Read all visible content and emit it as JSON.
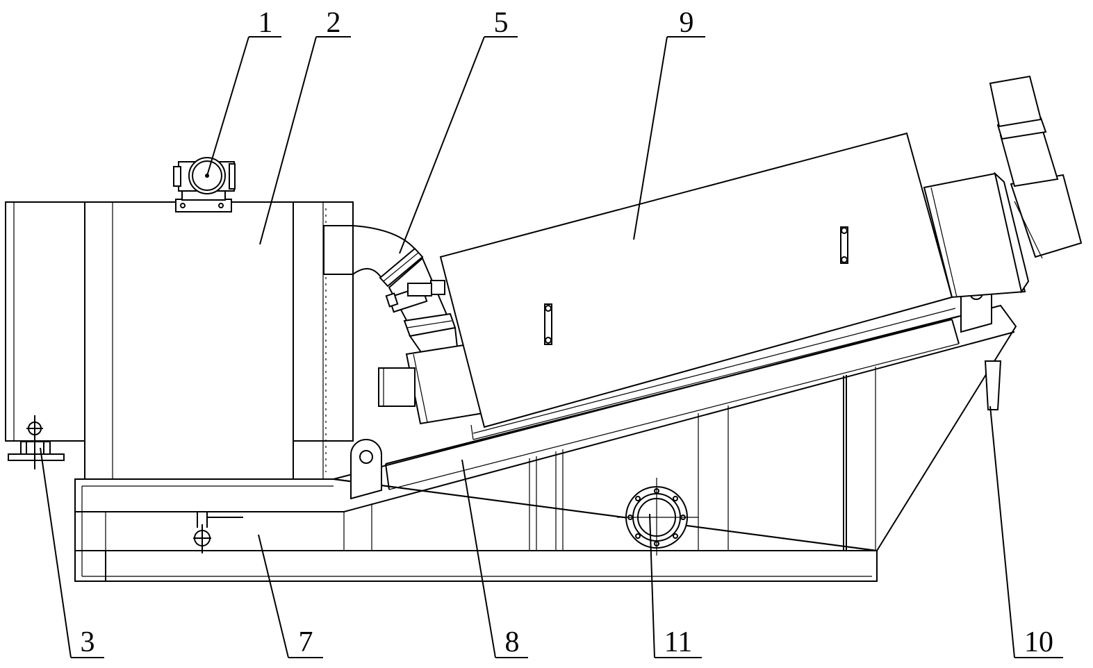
{
  "callouts": [
    {
      "id": "c1",
      "label": "1"
    },
    {
      "id": "c2",
      "label": "2"
    },
    {
      "id": "c3",
      "label": "3"
    },
    {
      "id": "c5",
      "label": "5"
    },
    {
      "id": "c7",
      "label": "7"
    },
    {
      "id": "c8",
      "label": "8"
    },
    {
      "id": "c9",
      "label": "9"
    },
    {
      "id": "c10",
      "label": "10"
    },
    {
      "id": "c11",
      "label": "11"
    }
  ]
}
